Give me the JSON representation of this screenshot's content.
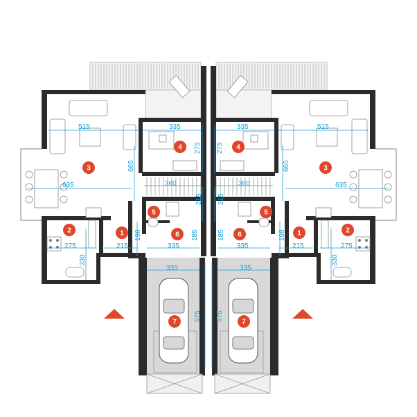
{
  "plan": {
    "room_badges": [
      "1",
      "2",
      "3",
      "4",
      "5",
      "6",
      "7"
    ],
    "dimensions": {
      "living_width": "515",
      "living_depth": "635",
      "living_height": "665",
      "office_width": "335",
      "office_depth": "275",
      "hall_width": "360",
      "stair_depth": "215",
      "kitchen_width": "275",
      "kitchen_depth": "330",
      "entry_width": "215",
      "entry_depth": "198",
      "utility_width": "335",
      "utility_depth": "185",
      "garage_width": "335",
      "garage_depth": "575"
    },
    "colors": {
      "wall": "#2b2b2b",
      "dimension": "#1e9fd8",
      "badge": "#e0462a",
      "garage_floor": "#d8d8d8",
      "floor": "#ffffff",
      "entrance_marker": "#e0462a"
    },
    "icons": [
      "car-icon",
      "sofa-icon",
      "dining-table-icon",
      "stove-icon",
      "toilet-icon",
      "entrance-arrow-icon"
    ]
  }
}
